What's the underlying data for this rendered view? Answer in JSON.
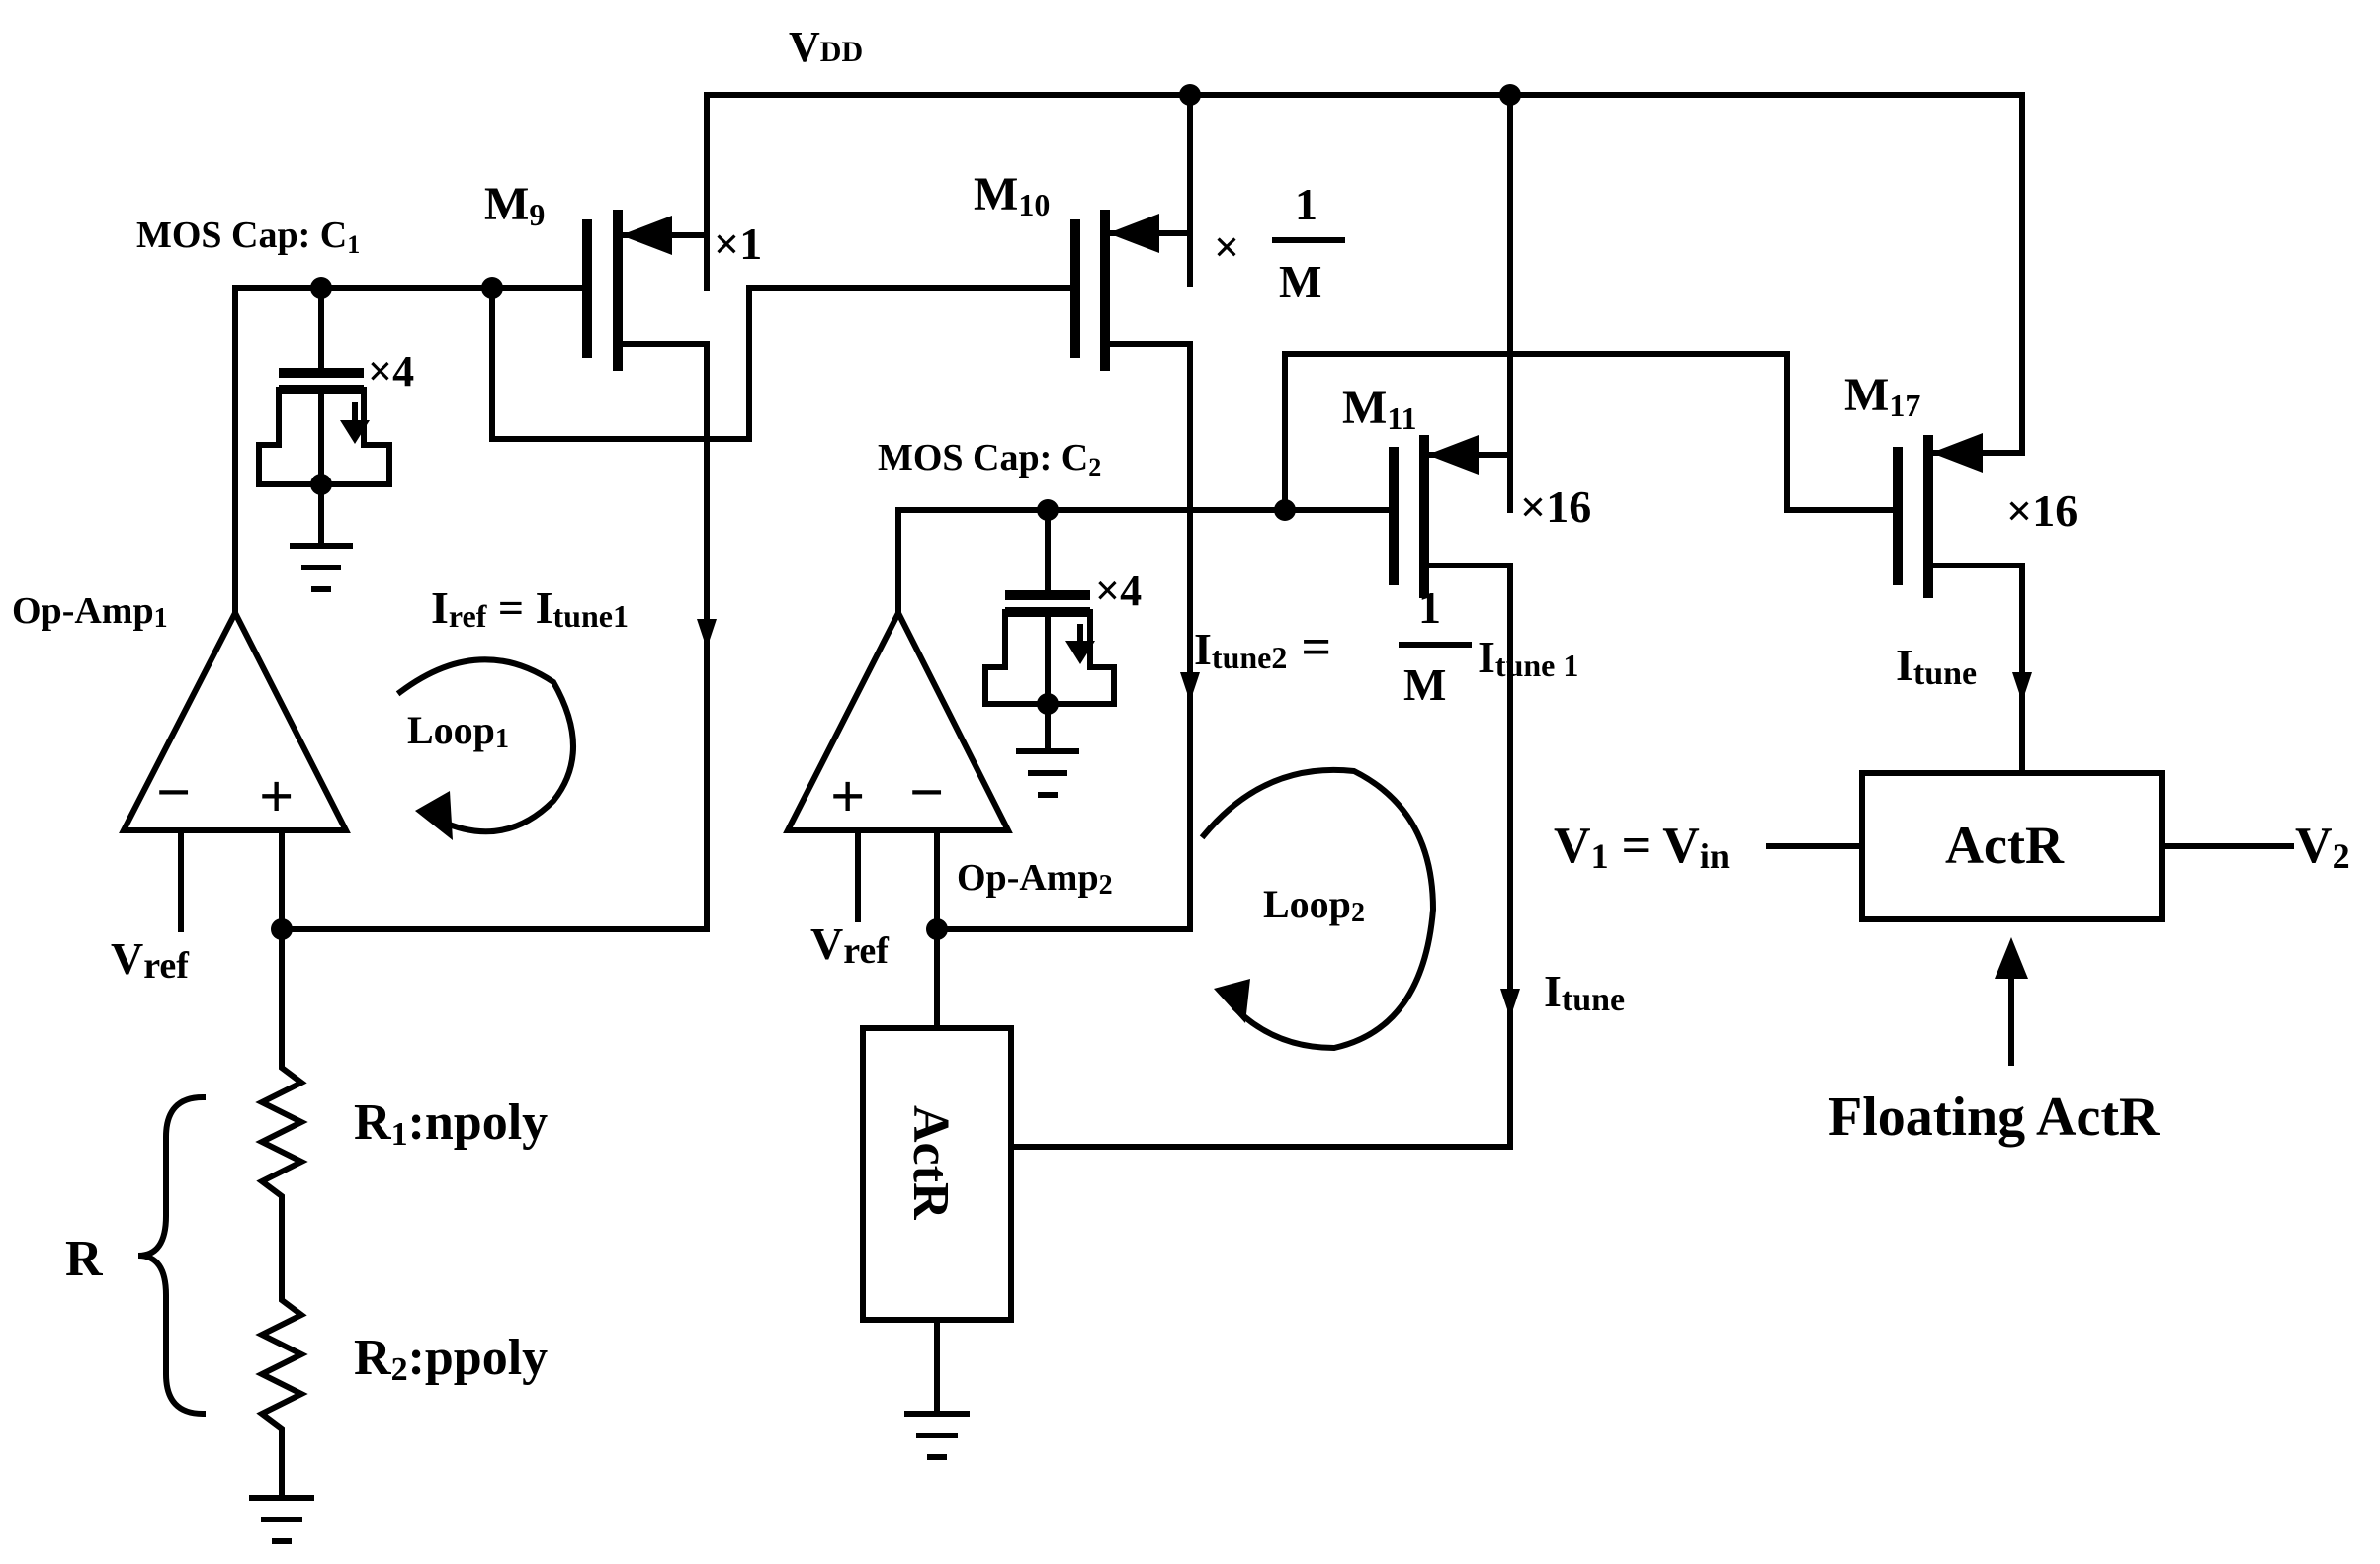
{
  "labels": {
    "vdd": {
      "main": "V",
      "sub": "DD"
    },
    "m9": {
      "main": "M",
      "sub": "9"
    },
    "m10": {
      "main": "M",
      "sub": "10"
    },
    "m11": {
      "main": "M",
      "sub": "11"
    },
    "m17": {
      "main": "M",
      "sub": "17"
    },
    "m9_mult": "×1",
    "m10_mult_prefix": "×",
    "m10_mult_num": "1",
    "m10_mult_den": "M",
    "m11_mult": "×16",
    "m17_mult": "×16",
    "mos_cap_c1": {
      "main": "MOS Cap: C",
      "sub": "1"
    },
    "mos_cap_c2": {
      "main": "MOS Cap: C",
      "sub": "2"
    },
    "cap1_mult": "×4",
    "cap2_mult": "×4",
    "opamp1": {
      "main": "Op-Amp",
      "sub": "1"
    },
    "opamp2": {
      "main": "Op-Amp",
      "sub": "2"
    },
    "opamp_minus": "−",
    "opamp_plus": "+",
    "vref1": {
      "main": "V",
      "sub": "ref"
    },
    "vref2": {
      "main": "V",
      "sub": "ref"
    },
    "iref_eq": {
      "iref_main": "I",
      "iref_sub": "ref",
      "eq": " = ",
      "itune_main": "I",
      "itune_sub": "tune1"
    },
    "loop1": {
      "main": "Loop",
      "sub": "1"
    },
    "loop2": {
      "main": "Loop",
      "sub": "2"
    },
    "itune2_eq": {
      "lhs_main": "I",
      "lhs_sub": "tune2",
      "eq": "=",
      "frac_num": "1",
      "frac_den": "M",
      "rhs_main": "I",
      "rhs_sub": "tune 1"
    },
    "itune_mid": {
      "main": "I",
      "sub": "tune"
    },
    "itune_right": {
      "main": "I",
      "sub": "tune"
    },
    "r_label": "R",
    "r1": {
      "main": "R",
      "sub": "1",
      "rest": ":npoly"
    },
    "r2": {
      "main": "R",
      "sub": "2",
      "rest": ":ppoly"
    },
    "actr_left": "ActR",
    "actr_right": "ActR",
    "v1_eq": {
      "v1_main": "V",
      "v1_sub": "1",
      "eq": " = ",
      "vin_main": "V",
      "vin_sub": "in"
    },
    "v2": {
      "main": "V",
      "sub": "2"
    },
    "floating_actr": "Floating ActR"
  }
}
